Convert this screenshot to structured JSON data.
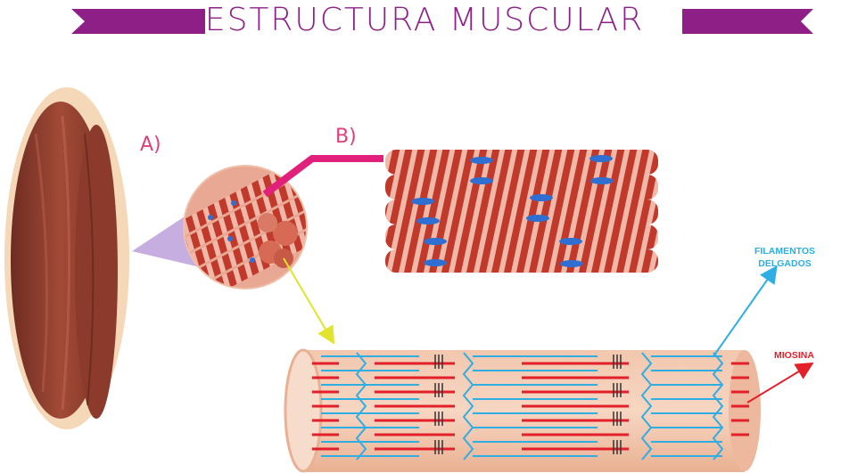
{
  "title": "ESTRUCTURA MUSCULAR",
  "labels": {
    "a": "A)",
    "b": "B)",
    "filamentos_line1": "FILAMENTOS",
    "filamentos_line2": "DELGADOS",
    "miosina": "MIOSINA"
  },
  "colors": {
    "title": "#8e1f86",
    "label_pink": "#e0407a",
    "muscle_dark": "#8b3a2c",
    "muscle_red": "#c0392b",
    "fiber_light": "#f0b8a8",
    "nucleus": "#2f6fd1",
    "actin_blue": "#2eaee3",
    "myosin_red": "#e3202a",
    "arrow_yellow": "#e1e32c",
    "pointer_magenta": "#e0207a",
    "zoom_lilac": "#b99ad8"
  }
}
